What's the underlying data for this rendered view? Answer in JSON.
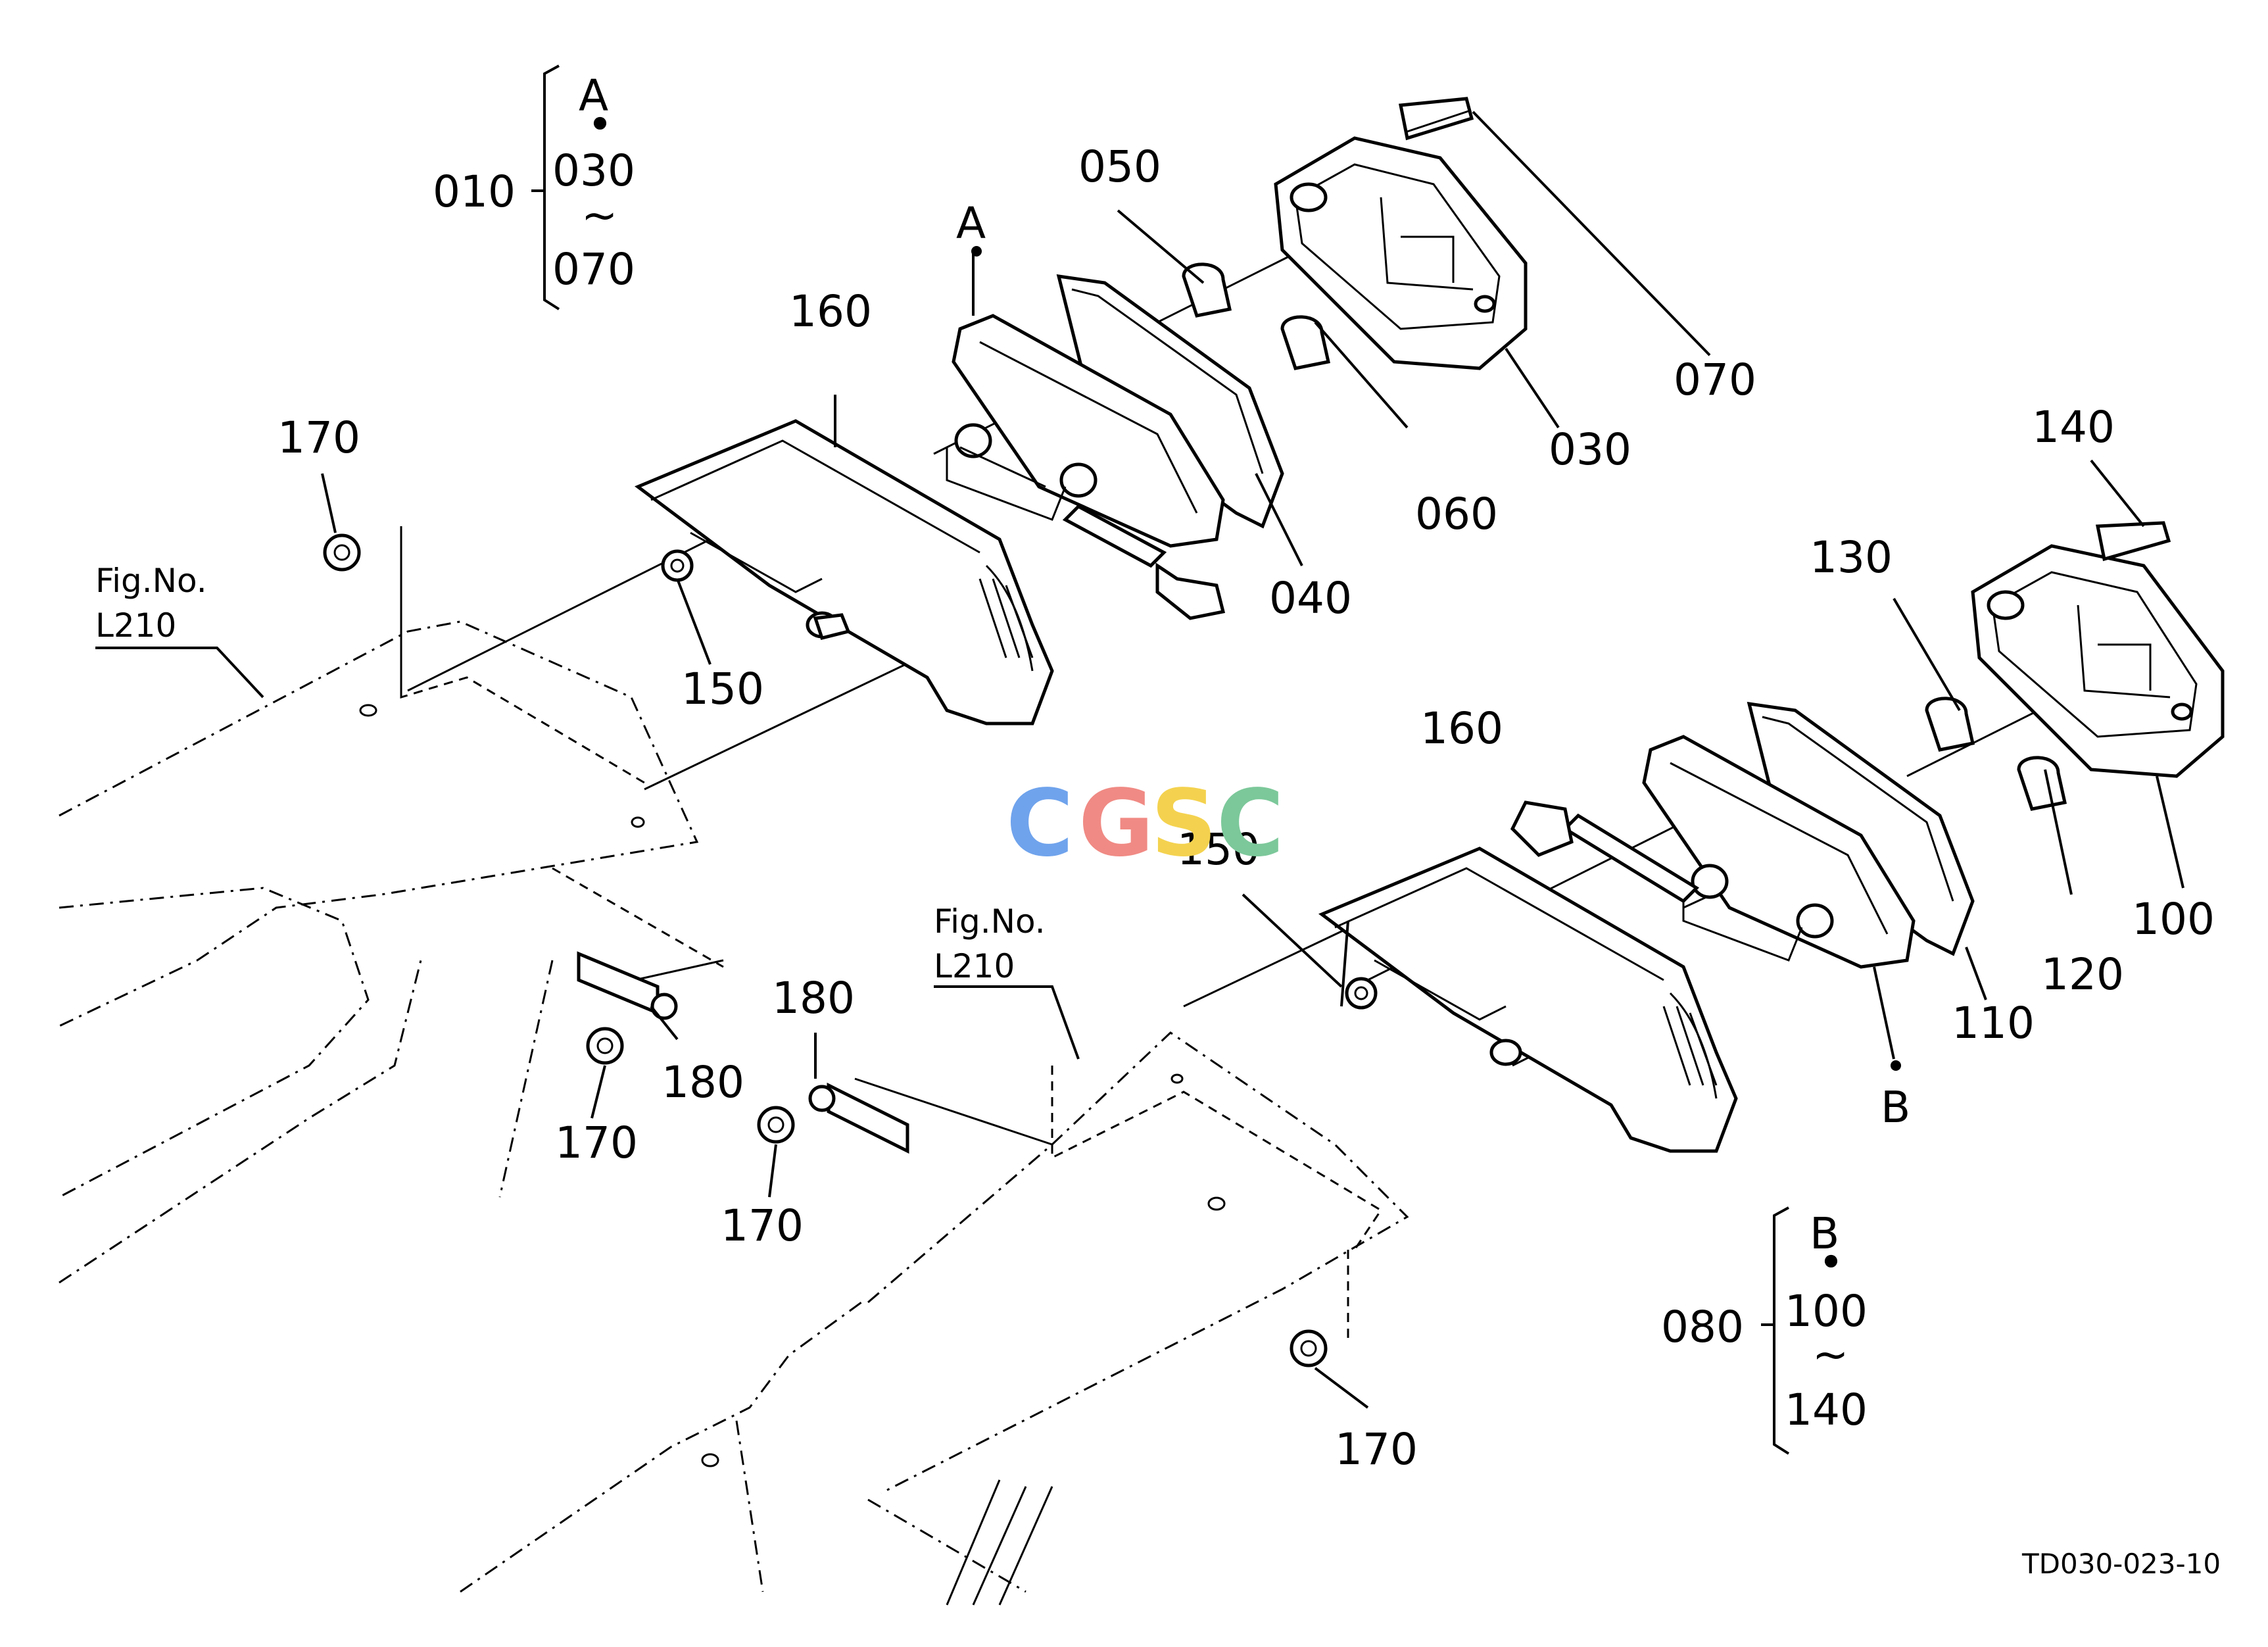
{
  "callouts": {
    "c010": "010",
    "c030": "030",
    "c040": "040",
    "c050": "050",
    "c060": "060",
    "c070": "070",
    "c080": "080",
    "c100": "100",
    "c110": "110",
    "c120": "120",
    "c130": "130",
    "c140": "140",
    "c150a": "150",
    "c150b": "150",
    "c160a": "160",
    "c160b": "160",
    "c170a": "170",
    "c170b": "170",
    "c170c": "170",
    "c170d": "170",
    "c180a": "180",
    "c180b": "180"
  },
  "markers": {
    "a": "A",
    "b": "B"
  },
  "groups": {
    "a": {
      "letter": "A",
      "dot": "•",
      "from": "030",
      "tilde": "~",
      "to": "070"
    },
    "b": {
      "letter": "B",
      "dot": "•",
      "from": "100",
      "tilde": "~",
      "to": "140"
    }
  },
  "references": {
    "left": {
      "fig": "Fig.No.",
      "num": "L210"
    },
    "middle": {
      "fig": "Fig.No.",
      "num": "L210"
    }
  },
  "watermark": {
    "text": "CGSC",
    "letters": [
      "C",
      "G",
      "S",
      "C"
    ],
    "colors": [
      "#6fa3ec",
      "#f08a84",
      "#f4d24f",
      "#7cc89a"
    ]
  },
  "drawing_code": "TD030-023-10"
}
